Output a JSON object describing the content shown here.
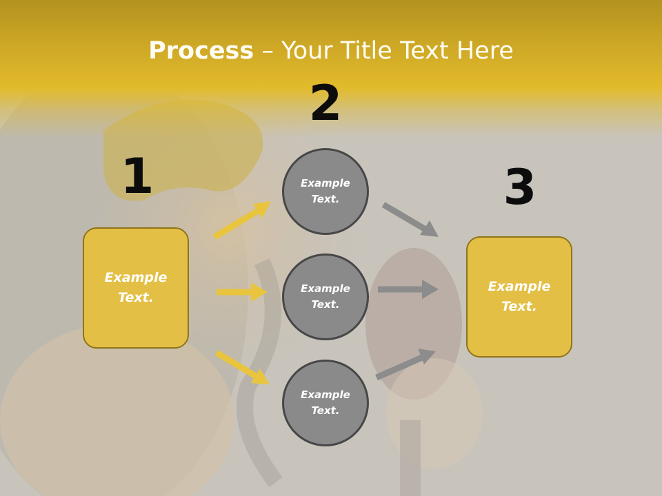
{
  "title": {
    "bold": "Process",
    "rest": " – Your Title Text Here"
  },
  "steps": {
    "one": "1",
    "two": "2",
    "three": "3"
  },
  "left_box": {
    "line1": "Example",
    "line2": "Text."
  },
  "circles": [
    {
      "line1": "Example",
      "line2": "Text."
    },
    {
      "line1": "Example",
      "line2": "Text."
    },
    {
      "line1": "Example",
      "line2": "Text."
    }
  ],
  "right_box": {
    "line1": "Example",
    "line2": "Text."
  },
  "colors": {
    "accent_yellow": "#e3bf45",
    "box_border": "#8f7419",
    "circle_fill": "#8a8a8a",
    "circle_border": "#474747",
    "arrow_gray": "#8c8c8c",
    "background": "#c8c4bc"
  },
  "background_image": "masquerade woman in gold mask holding wine glass (faded)"
}
